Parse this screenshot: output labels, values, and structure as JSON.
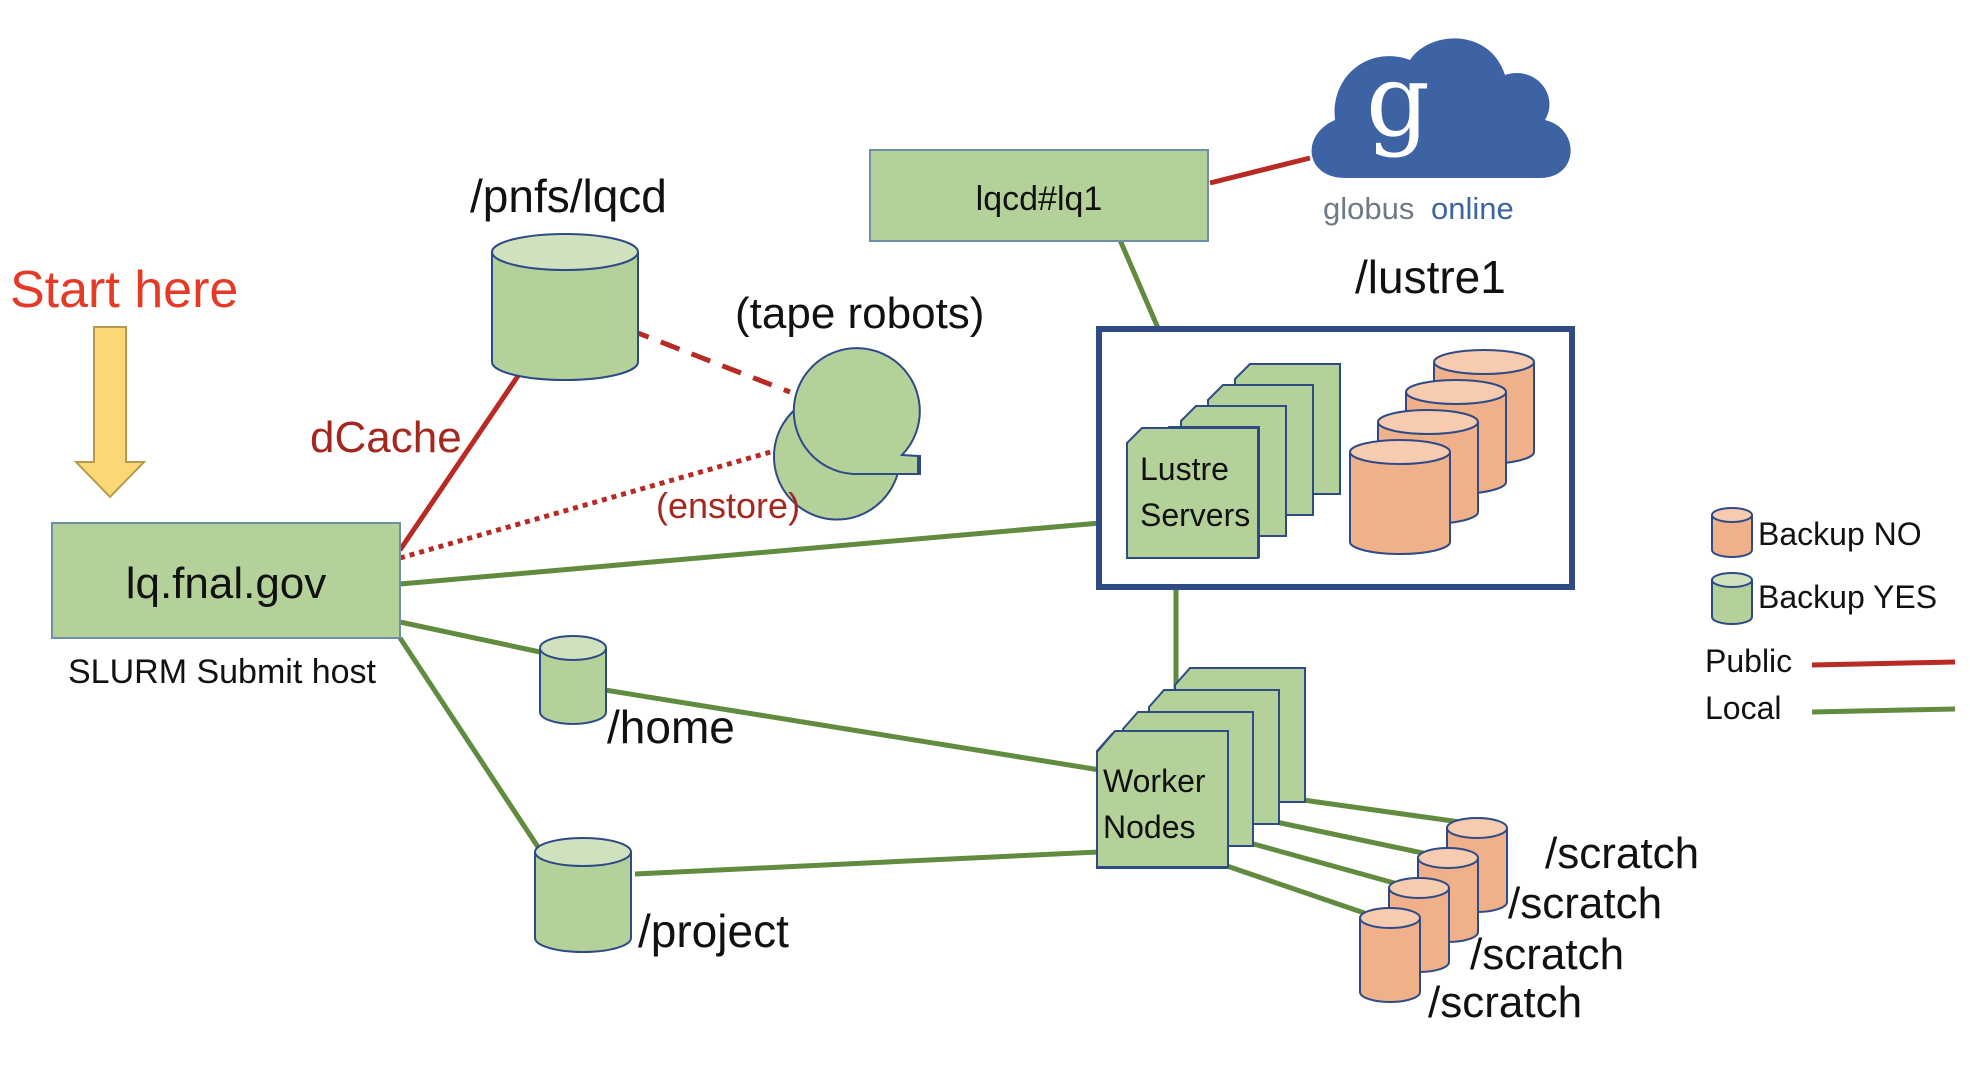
{
  "colors": {
    "green_fill": "#B5D19A",
    "green_line": "#618B3E",
    "blue_stroke": "#2E4A87",
    "red_line": "#B82A24",
    "red_text": "#E53A26",
    "dark_red_text": "#A4281F",
    "orange_fill": "#F0B089",
    "orange_top": "#F6CBB0",
    "arrow_fill": "#FBD776",
    "globus_blue": "#3E63A5"
  },
  "start": {
    "label": "Start here"
  },
  "submit_host": {
    "name": "lq.fnal.gov",
    "caption": "SLURM Submit host"
  },
  "pnfs": {
    "label": "/pnfs/lqcd"
  },
  "dcache": {
    "label": "dCache"
  },
  "tape": {
    "label": "(tape robots)",
    "enstore_label": "(enstore)"
  },
  "dtn": {
    "label": "lqcd#lq1"
  },
  "globus": {
    "word1": "globus",
    "word2": "online",
    "glyph": "g"
  },
  "lustre": {
    "label": "/lustre1",
    "servers_line1": "Lustre",
    "servers_line2": "Servers"
  },
  "home": {
    "label": "/home"
  },
  "project": {
    "label": "/project"
  },
  "workers": {
    "line1": "Worker",
    "line2": "Nodes"
  },
  "scratch": {
    "labels": [
      "/scratch",
      "/scratch",
      "/scratch",
      "/scratch"
    ]
  },
  "legend": {
    "backup_no": "Backup NO",
    "backup_yes": "Backup YES",
    "public": "Public",
    "local": "Local"
  }
}
